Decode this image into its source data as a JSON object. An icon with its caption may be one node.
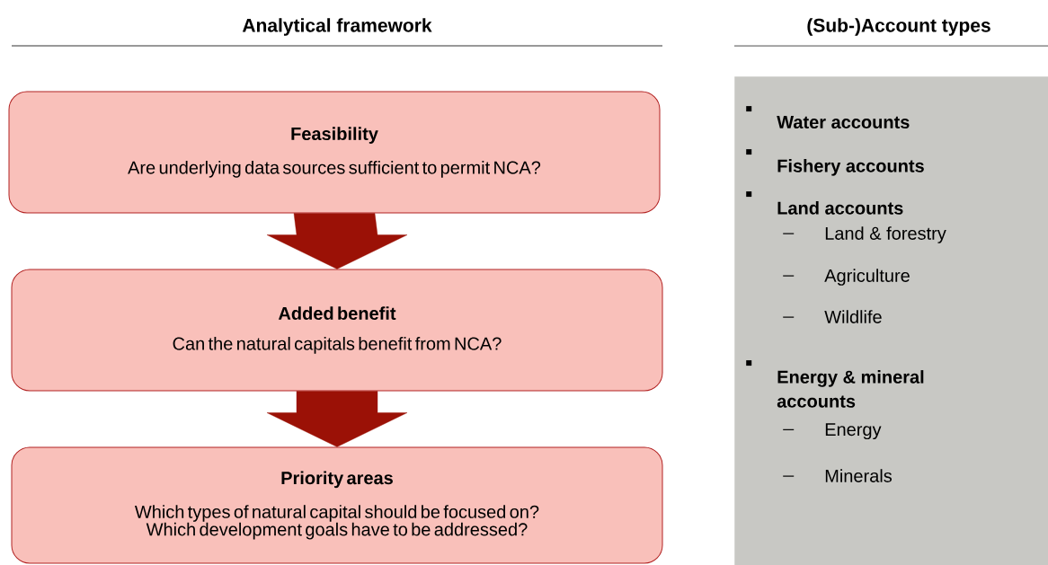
{
  "diagram": {
    "nodes": [
      {
        "text": [
          "Feasibility",
          "Are underlying data sources sufficient to permit NCA?"
        ]
      },
      {
        "text": [
          "Added benefit",
          "Can the natural capitals benefit from NCA?"
        ]
      },
      {
        "text": [
          "Priority areas",
          "Which types of natural capital should be focused on? Which development goals have to be addressed?"
        ]
      },
      {
        "text": [
          "Water accounts",
          "Fishery accounts",
          "Land accounts",
          "Land & forestry",
          "Agriculture",
          "Wildlife",
          "Energy & mineral accounts",
          "Energy",
          "Minerals"
        ]
      }
    ],
    "edges": [
      {
        "from": 0,
        "to": 1,
        "arrow": "to",
        "color": "#9b1106"
      },
      {
        "from": 1,
        "to": 2,
        "arrow": "to",
        "color": "#9b1106"
      }
    ],
    "labels": [
      "Analytical framework",
      "(Sub-)Account types"
    ]
  }
}
